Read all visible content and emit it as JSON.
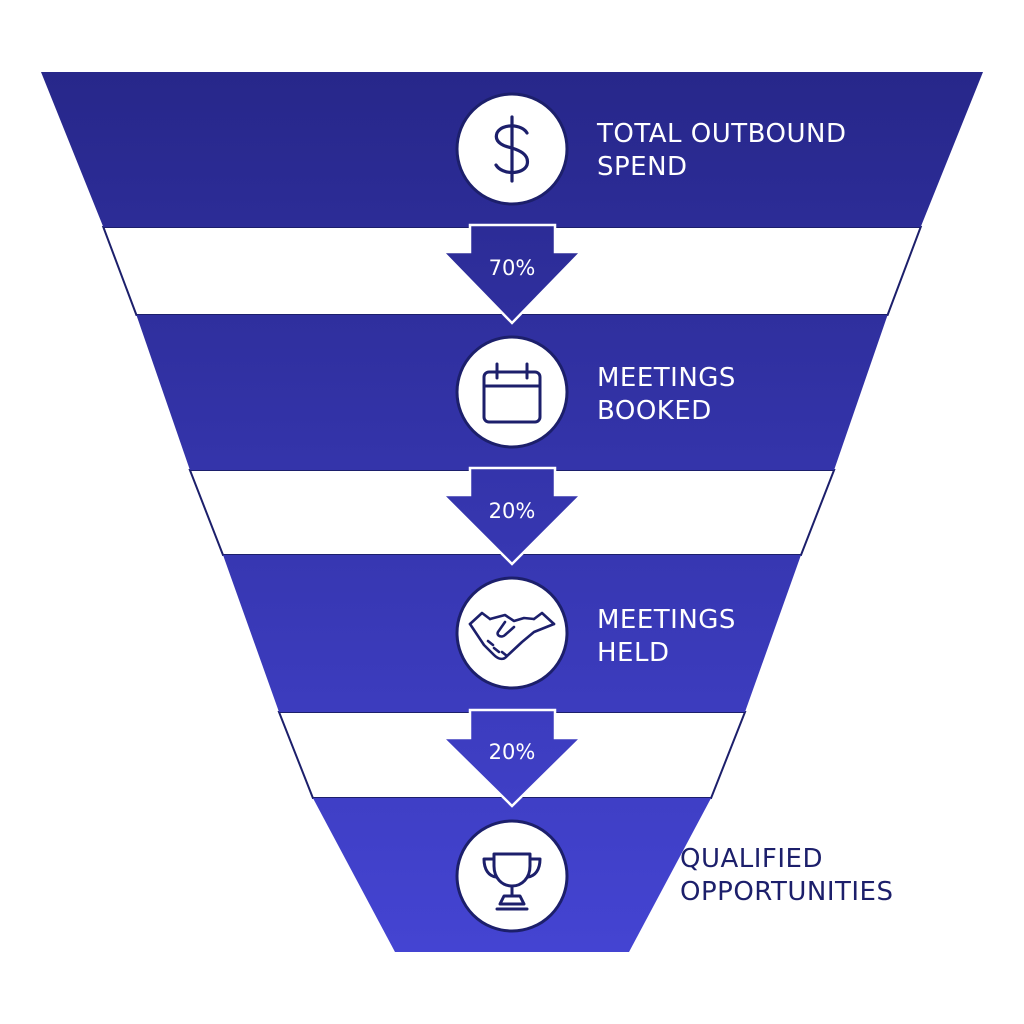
{
  "funnel": {
    "colors": {
      "band_top": "#27278a",
      "band_bottom": "#4444d2",
      "outline": "#1c1f6b",
      "dark_text": "#1c1f6b",
      "light_text": "#ffffff"
    },
    "stages": [
      {
        "line1": "TOTAL OUTBOUND",
        "line2": "SPEND",
        "icon": "dollar-sign-icon"
      },
      {
        "line1": "MEETINGS",
        "line2": "BOOKED",
        "icon": "calendar-icon"
      },
      {
        "line1": "MEETINGS",
        "line2": "HELD",
        "icon": "handshake-icon"
      },
      {
        "line1": "QUALIFIED",
        "line2": "OPPORTUNITIES",
        "icon": "trophy-icon"
      }
    ],
    "conversions": [
      {
        "label": "70%"
      },
      {
        "label": "20%"
      },
      {
        "label": "20%"
      }
    ]
  }
}
